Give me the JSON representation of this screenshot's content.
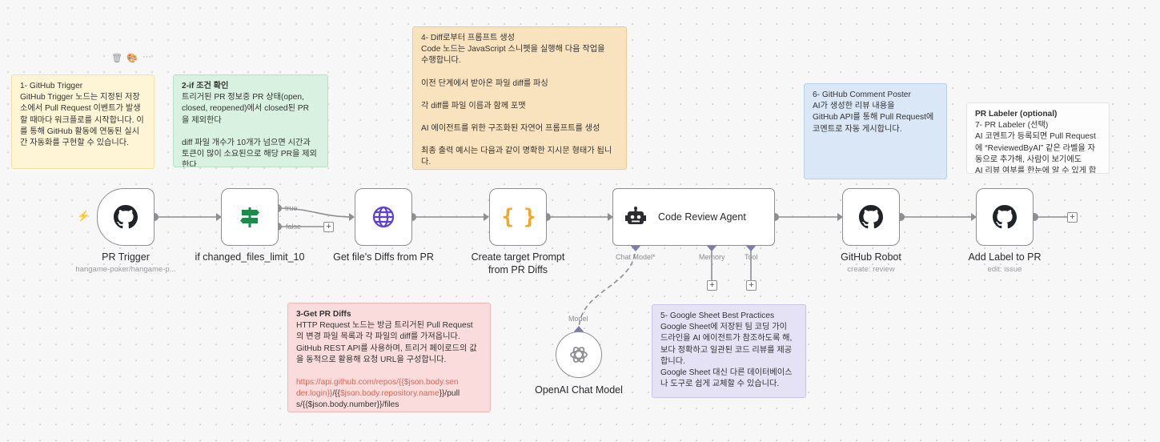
{
  "toolbar_icons": {
    "delete": "🗑",
    "color": "🎨",
    "more": "···"
  },
  "lightning": "⚡",
  "notes": {
    "n1": {
      "lines": [
        "1- GitHub Trigger",
        "GitHub Trigger 노드는 지정된 저장",
        "소에서 Pull Request 이벤트가 발생",
        "할 때마다 워크플로를 시작합니다. 이",
        "를 통해 GitHub 활동에 연동된 실시",
        "간 자동화를 구현할 수 있습니다."
      ]
    },
    "n2": {
      "title": "2-if 조건 확인",
      "lines": [
        "트리거된 PR 정보중 PR 상태(open,",
        "closed, reopened)에서 closed된 PR",
        "을 제외한다",
        "",
        "diff 파일 개수가 10개가 넘으면 시간과",
        "토큰이 많이 소요된으로 해당 PR을 제외",
        "한다."
      ]
    },
    "n4": {
      "lines": [
        "4- Diff로부터 프롬프트 생성",
        "Code 노드는 JavaScript 스니펫을 실행해 다음 작업을",
        "수행합니다.",
        "",
        "이전 단계에서 받아온 파일 diff를 파싱",
        "",
        "각 diff를 파일 이름과 함께 포맷",
        "",
        "AI 에이전트를 위한 구조화된 자연어 프롬프트를 생성",
        "",
        "최종 출력 예시는 다음과 같이 명확한 지시문 형태가 됩니",
        "다."
      ]
    },
    "n6": {
      "lines": [
        "6- GitHub Comment Poster",
        "AI가 생성한 리뷰 내용을",
        "GitHub API를 통해 Pull Request에",
        "코멘트로 자동 게시합니다."
      ]
    },
    "n7": {
      "title": "PR Labeler (optional)",
      "lines": [
        "7- PR Labeler (선택)",
        "AI 코멘트가 등록되면 Pull Request",
        "에 “ReviewedByAI” 같은 라벨을 자",
        "동으로 추가해, 사람이 보기에도",
        "AI 리뷰 여부를 한눈에 알 수 있게 합"
      ]
    },
    "n3": {
      "title": "3-Get PR Diffs",
      "lines": [
        "HTTP Request 노드는 방금 트리거된 Pull Request",
        "의 변경 파일 목록과 각 파일의 diff를 가져옵니다.",
        "GitHub REST API를 사용하며, 트리거 페이로드의 값",
        "을 동적으로 활용해 요청 URL을 구성합니다.",
        ""
      ],
      "url": {
        "l1_link": "https://api.github.com/repos/{{$json.body.sen",
        "l2_link": "der.login}}",
        "l2_mid": "/{{",
        "l2_link2": "$json.body.repository.name",
        "l2_end": "}}/pull",
        "l3": "s/{{$json.body.number}}/files"
      }
    },
    "n5": {
      "lines": [
        "5- Google Sheet Best Practices",
        "Google Sheet에 저장된 팀 코딩 가이",
        "드라인을 AI 에이전트가 참조하도록 해,",
        "보다 정확하고 일관된 코드 리뷰를 제공",
        "합니다.",
        "Google Sheet 대신 다른 데이터베이스",
        "나 도구로 쉽게 교체할 수 있습니다."
      ]
    }
  },
  "nodes": {
    "pr_trigger": {
      "label": "PR Trigger",
      "sub": "hangame-poker/hangame-p..."
    },
    "if_node": {
      "label": "if changed_files_limit_10",
      "true_label": "true",
      "false_label": "false"
    },
    "get_diffs": {
      "label": "Get file's Diffs from PR"
    },
    "create_prompt": {
      "label1": "Create target Prompt",
      "label2": "from PR Diffs",
      "icon": "{ }"
    },
    "agent": {
      "label": "Code Review Agent",
      "chat_model": "Chat Model*",
      "memory": "Memory",
      "tool": "Tool"
    },
    "openai": {
      "label": "OpenAI Chat Model",
      "port_label": "Model"
    },
    "github_robot": {
      "label": "GitHub Robot",
      "sub": "create: review"
    },
    "add_label": {
      "label": "Add Label to PR",
      "sub": "edit: issue"
    }
  },
  "plus_sign": "+"
}
